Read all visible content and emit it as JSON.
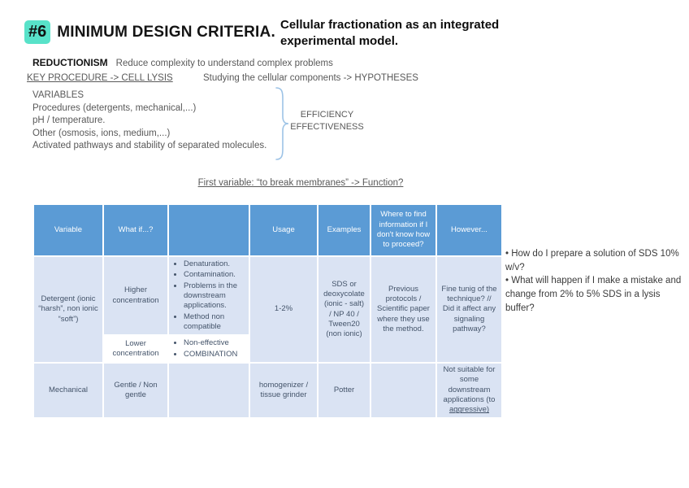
{
  "colors": {
    "badge_bg": "#58e2c9",
    "table_header_bg": "#5b9bd5",
    "table_cell_bg": "#dae3f3",
    "brace": "#9dc3e6"
  },
  "header": {
    "badge": "#6",
    "title": "MINIMUM DESIGN CRITERIA.",
    "subtitle": "Cellular fractionation as an integrated experimental model."
  },
  "intro": {
    "reductionism_label": "REDUCTIONISM",
    "reductionism_text": "Reduce complexity to understand complex problems",
    "key_procedure": "KEY PROCEDURE -> CELL LYSIS",
    "studying": "Studying the cellular components -> HYPOTHESES"
  },
  "variables": {
    "heading": "VARIABLES",
    "lines": [
      "Procedures (detergents, mechanical,...)",
      "pH / temperature.",
      "Other (osmosis, ions, medium,...)",
      "Activated pathways and stability of separated molecules."
    ],
    "brace_labels": [
      "EFFICIENCY",
      "EFFECTIVENESS"
    ]
  },
  "table_caption": "First variable: “to break membranes” -> Function?",
  "table": {
    "headers": [
      "Variable",
      "What if...?",
      "",
      "Usage",
      "Examples",
      "Where to find information if I don't know how to proceed?",
      "However..."
    ],
    "detergent": {
      "variable": "Detergent (ionic “harsh”, non ionic “soft”)",
      "higher_label": "Higher concentration",
      "higher_effects": [
        "Denaturation.",
        "Contamination.",
        "Problems in the downstream applications.",
        "Method non compatible"
      ],
      "lower_label": "Lower concentration",
      "lower_effects": [
        "Non-effective",
        "COMBINATION"
      ],
      "usage": "1-2%",
      "examples": "SDS or deoxycolate (ionic - salt) / NP 40 / Tween20 (non ionic)",
      "where": "Previous protocols / Scientific paper where they use the method.",
      "however": "Fine tunig of the technique? // Did it affect any signaling pathway?"
    },
    "mechanical": {
      "variable": "Mechanical",
      "what_if": "Gentle / Non gentle",
      "usage": "homogenizer / tissue grinder",
      "examples": "Potter",
      "however_text": "Not suitable for some downstream applications (to",
      "however_underlined": "aggressive)"
    }
  },
  "notes": {
    "items": [
      "• How do I prepare a solution of SDS 10% w/v?",
      "• What will happen if I make a mistake and change from 2% to 5% SDS in a lysis buffer?"
    ]
  }
}
